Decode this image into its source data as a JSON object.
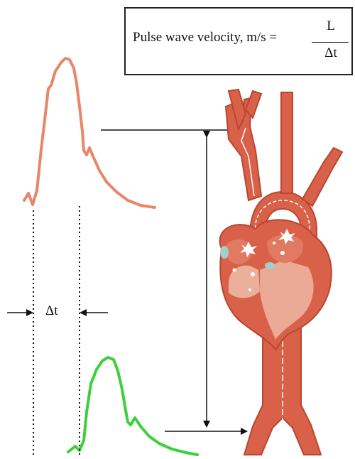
{
  "formula": {
    "lhs": "Pulse wave velocity, m/s =",
    "numerator": "L",
    "denominator": "Δt"
  },
  "interval_label": "Δt",
  "colors": {
    "proximal_wave": "#e8866a",
    "distal_wave": "#3ecf3e",
    "vessel": "#d9614a",
    "vessel_dark": "#b84630",
    "heart_inner": "#f0c3b0",
    "valve": "#9fd0cc",
    "line": "#111111"
  },
  "icons": {
    "heart": "heart-anatomy-icon",
    "arteries": "aorta-arteries-icon"
  }
}
